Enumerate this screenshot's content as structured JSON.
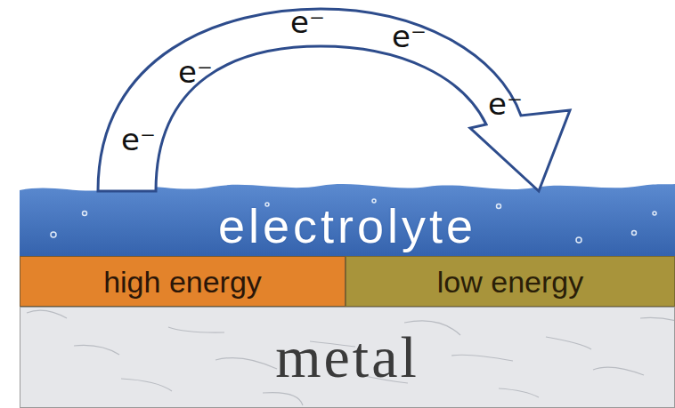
{
  "diagram": {
    "nodes": [
      {
        "text": [
          "electrolyte"
        ]
      },
      {
        "text": [
          "high energy"
        ]
      },
      {
        "text": [
          "low energy"
        ]
      },
      {
        "text": [
          "metal"
        ]
      }
    ],
    "labels": [
      "e⁻",
      "e⁻",
      "e⁻",
      "e⁻",
      "e⁻"
    ]
  }
}
